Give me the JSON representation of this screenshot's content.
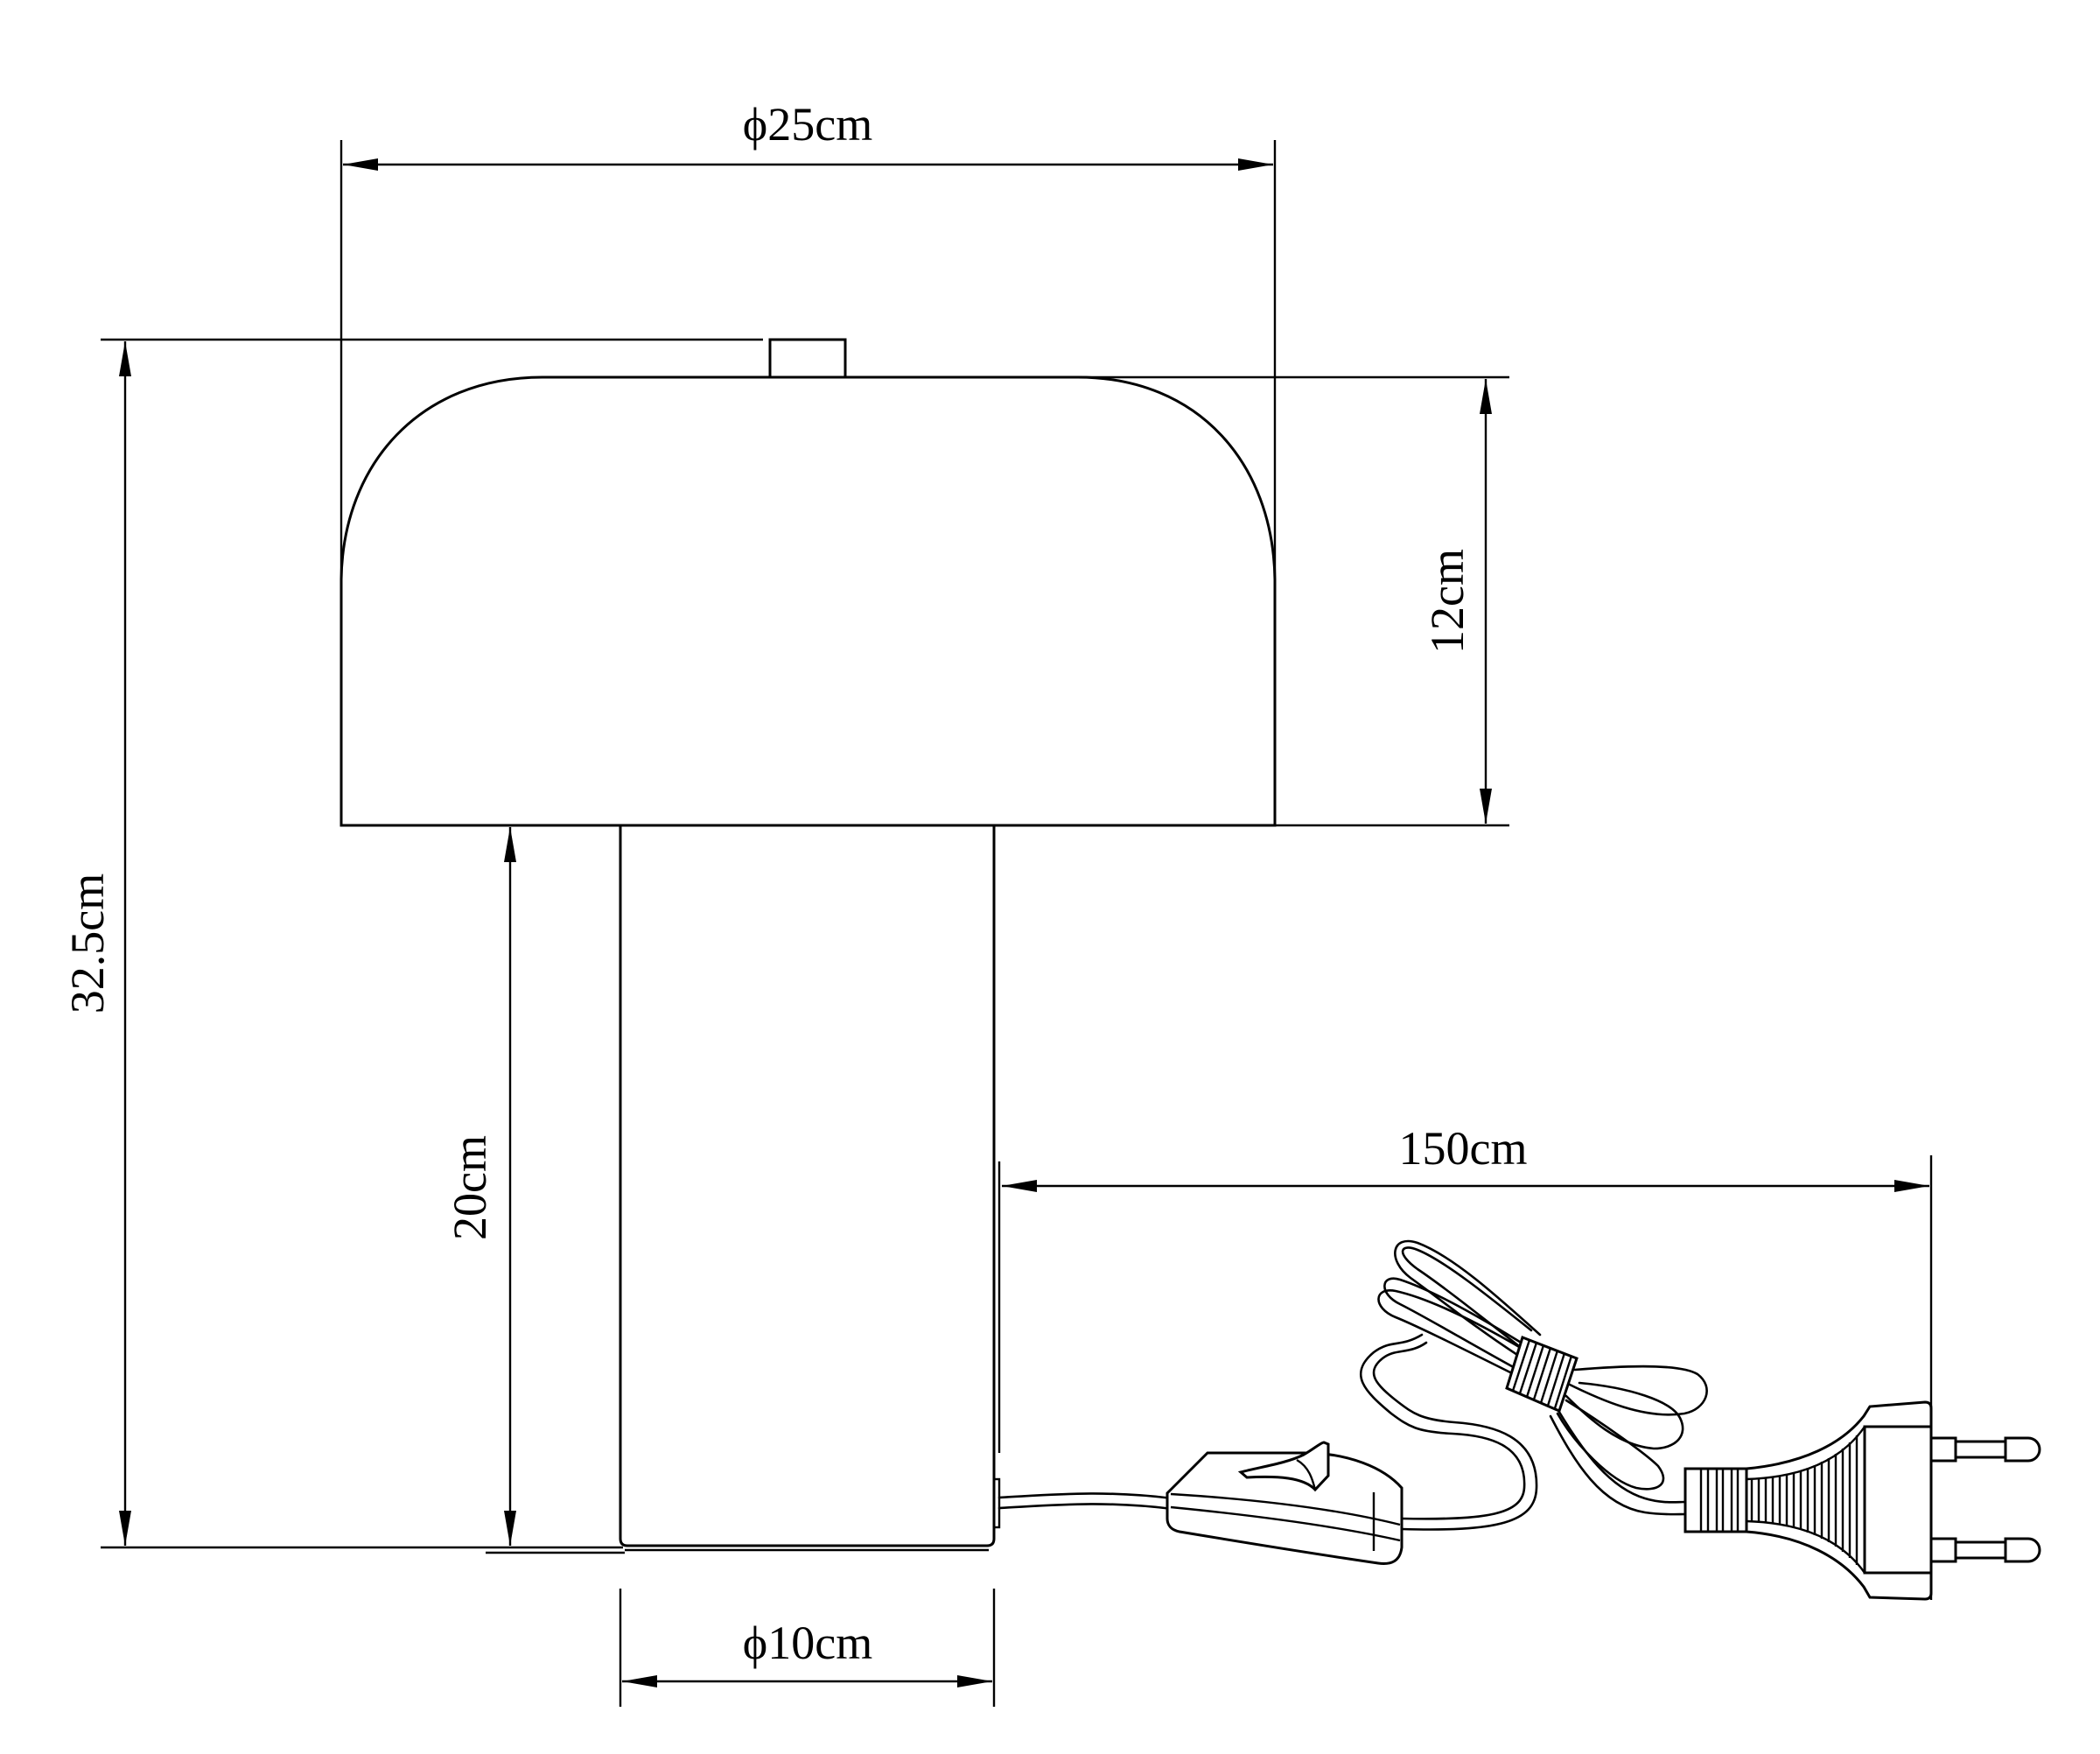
{
  "drawing": {
    "title": "Table lamp dimension drawing",
    "line_color": "#000000",
    "background_color": "#ffffff"
  },
  "dimensions": {
    "shade_diameter": "ϕ25cm",
    "shade_height": "12cm",
    "total_height": "32.5cm",
    "base_height": "20cm",
    "base_diameter": "ϕ10cm",
    "cable_length": "150cm"
  },
  "components": {
    "shade": "mushroom-shade",
    "knob": "top-knob",
    "base": "cylindrical-base",
    "cable": "power-cable",
    "switch": "inline-rocker-switch",
    "plug": "euro-plug"
  }
}
